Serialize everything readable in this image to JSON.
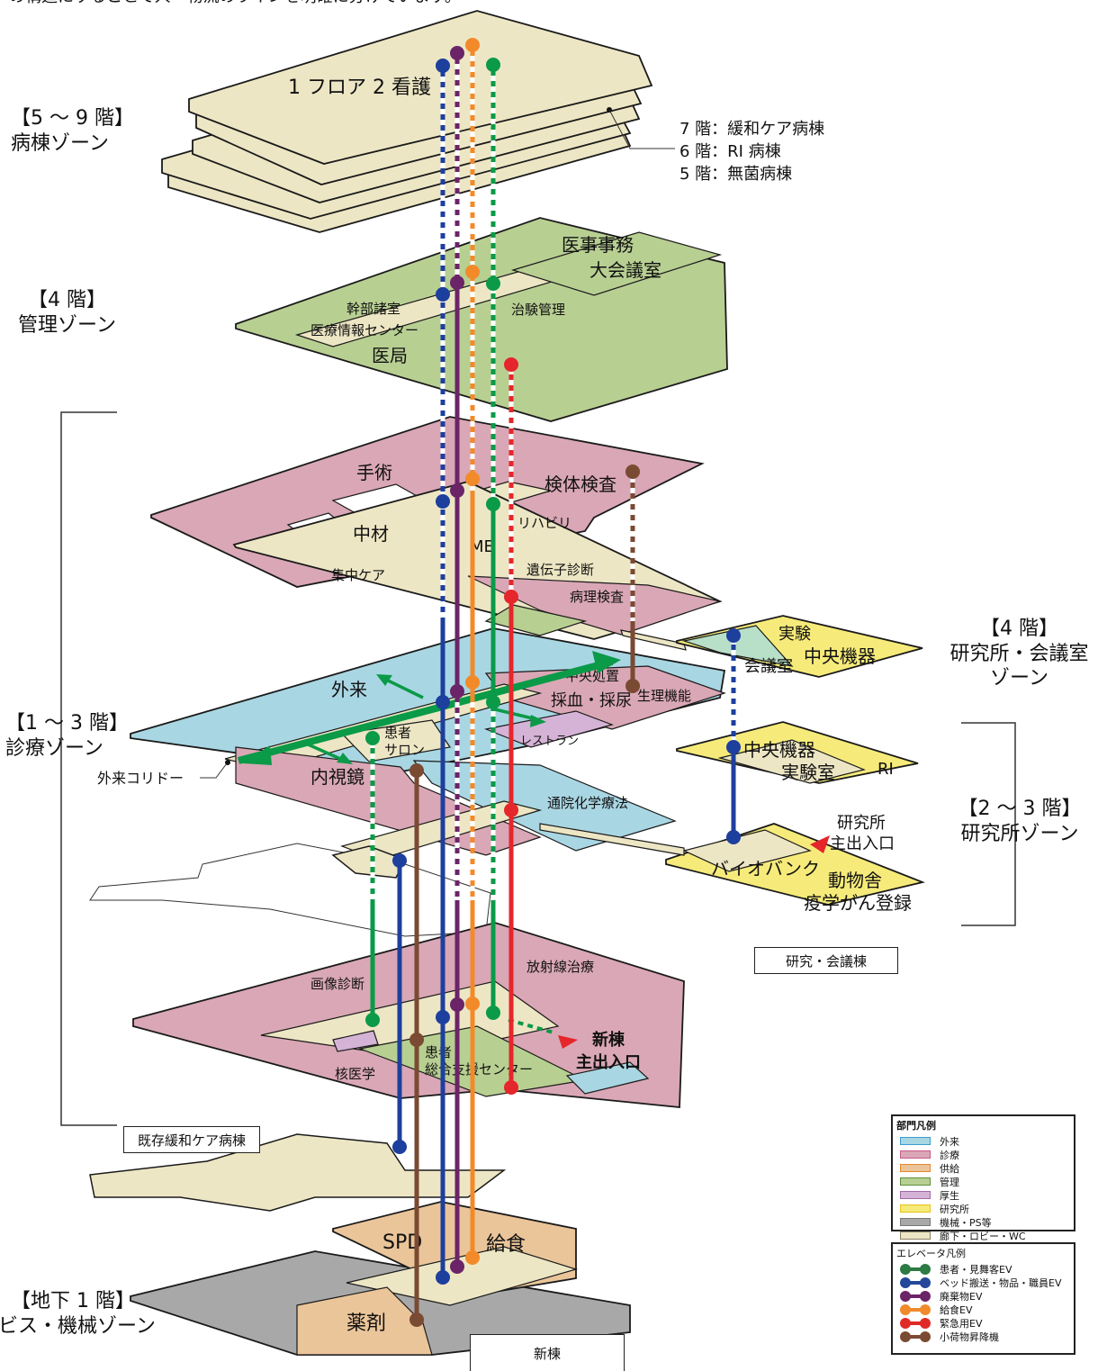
{
  "caption_top": "の構造にすることで人・物流のラインを明確に分けています。",
  "zones": {
    "ward": [
      "【5 ～ 9 階】",
      "病棟ゾーン"
    ],
    "admin": [
      "【4 階】",
      "管理ゾーン"
    ],
    "clinical": [
      "【1 ～ 3 階】",
      "診療ゾーン"
    ],
    "basement": [
      "【地下 1 階】",
      "ビス・機械ゾーン"
    ],
    "lab_conf": [
      "【4 階】",
      "研究所・会議室",
      "ゾーン"
    ],
    "lab": [
      "【2 ～ 3 階】",
      "研究所ゾーン"
    ]
  },
  "ward_floor_label": "1 フロア 2 看護",
  "ward_special": [
    "7 階：緩和ケア病棟",
    "6 階：RI 病棟",
    "5 階：無菌病棟"
  ],
  "rooms": {
    "iji_jimu": "医事事務",
    "dai_kaigishitsu": "大会議室",
    "kanbu_shoshitsu": "幹部諸室",
    "iryo_joho": "医療情報センター",
    "chiken_kanri": "治験管理",
    "ikyoku": "医局",
    "shujutsu": "手術",
    "kentai_kensa": "検体検査",
    "chuzai": "中材",
    "rehab": "リハビリ",
    "me": "ME",
    "shuchu_care": "集中ケア",
    "idenshi": "遺伝子診断",
    "byori": "病理検査",
    "gairai": "外来",
    "chuo_shochi": "中央処置",
    "saiketsu": "採血・採尿",
    "seiri": "生理機能",
    "restaurant": "レストラン",
    "kanja_salon": [
      "患者",
      "サロン"
    ],
    "naishikyo": "内視鏡",
    "tsuin_kagaku": "通院化学療法",
    "gairai_corridor": "外来コリドー",
    "gazo_shindan": "画像診断",
    "hoshasen": "放射線治療",
    "kaku_igaku": "核医学",
    "kanja_shien": [
      "患者",
      "総合支援センター"
    ],
    "spd": "SPD",
    "kyushoku": "給食",
    "yakuzai": "薬剤",
    "jikken": "実験",
    "chuo_kiki": "中央機器",
    "kaigishitsu": "会議室",
    "chuo_kiki2": "中央機器",
    "jikkenshitsu": "実験室",
    "ri": "RI",
    "biobank": "バイオバンク",
    "dobutsusha": "動物舎",
    "ekigaku": "疫学がん登録"
  },
  "entrances": {
    "lab": [
      "研究所",
      "主出入口"
    ],
    "new_building": [
      "新棟",
      "主出入口"
    ]
  },
  "buildings": {
    "research_conf": "研究・会議棟",
    "existing_palliative": "既存緩和ケア病棟",
    "new_building": "新棟"
  },
  "dept_legend": {
    "title": "部門凡例",
    "items": [
      {
        "label": "外来",
        "fill": "#a9d6e3",
        "stroke": "#3a9ccd"
      },
      {
        "label": "診療",
        "fill": "#d9a7b5",
        "stroke": "#c9588a"
      },
      {
        "label": "供給",
        "fill": "#eac59a",
        "stroke": "#e8872c"
      },
      {
        "label": "管理",
        "fill": "#b8cf92",
        "stroke": "#5e8f3c"
      },
      {
        "label": "厚生",
        "fill": "#d5b3d6",
        "stroke": "#a26aa8"
      },
      {
        "label": "研究所",
        "fill": "#f6eb7a",
        "stroke": "#e8c21a"
      },
      {
        "label": "機械・PS等",
        "fill": "#a8a8a8",
        "stroke": "#777777"
      },
      {
        "label": "廊下・ロビー・WC",
        "fill": "#ede6c4",
        "stroke": "#8a8168"
      }
    ]
  },
  "ev_legend": {
    "title": "エレベータ凡例",
    "items": [
      {
        "label": "患者・見舞客EV",
        "color": "#2d7a44"
      },
      {
        "label": "ベッド搬送・物品・職員EV",
        "color": "#25479a"
      },
      {
        "label": "廃棄物EV",
        "color": "#6b2468"
      },
      {
        "label": "給食EV",
        "color": "#f08a2c"
      },
      {
        "label": "緊急用EV",
        "color": "#e02a28"
      },
      {
        "label": "小荷物昇降機",
        "color": "#7b4a32"
      }
    ]
  },
  "colors": {
    "patient_ev": "#0a9a48",
    "bed_ev": "#1d3f9e",
    "waste_ev": "#6b2468",
    "food_ev": "#f38a2a",
    "emergency_ev": "#e5262b",
    "dumbwaiter": "#7a4a33",
    "corridor": "#ede6c4",
    "clinic": "#d9a7b5",
    "outpatient": "#a9d6e3",
    "admin": "#b8cf92",
    "supply": "#eac59a",
    "welfare": "#d5b3d6",
    "research": "#f6eb7a",
    "machine": "#a8a8a8",
    "arrow": "#0a9a48",
    "entrance_arrow": "#e5262b"
  }
}
